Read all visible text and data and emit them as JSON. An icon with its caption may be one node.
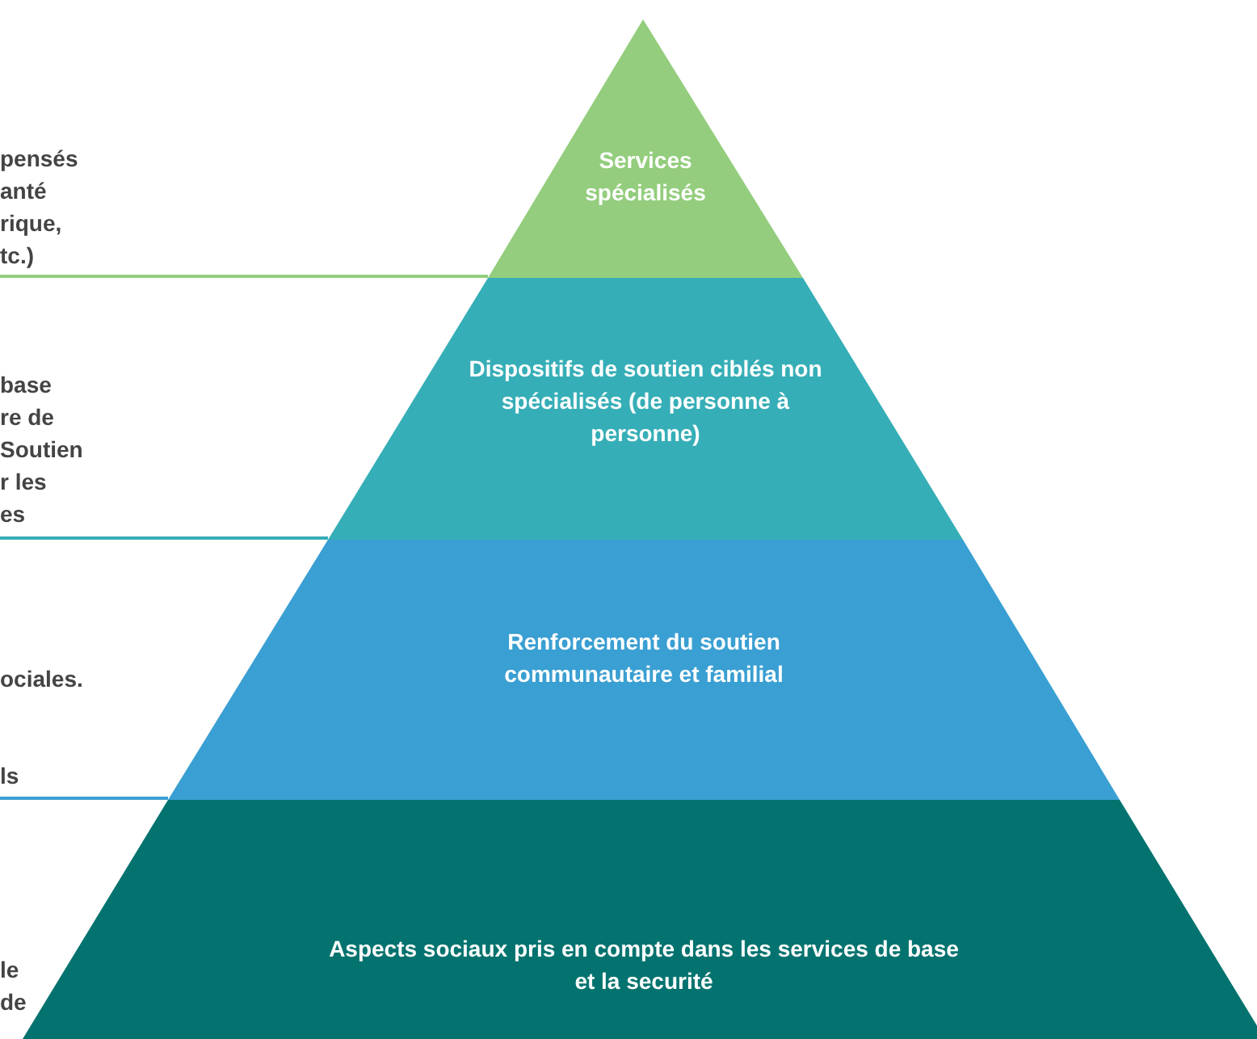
{
  "diagram": {
    "nodes": [
      {
        "text": [
          "Services spécialisés"
        ]
      },
      {
        "text": [
          "Dispositifs de soutien ciblés non spécialisés (de personne à personne)"
        ]
      },
      {
        "text": [
          "Renforcement du soutien communautaire et familial"
        ]
      },
      {
        "text": [
          "Aspects sociaux pris en compte dans les services de base et la securité"
        ]
      },
      {
        "text": [
          "pensés anté rique, tc.)"
        ]
      },
      {
        "text": [
          "base re de Soutien r les es"
        ]
      },
      {
        "text": [
          "ls"
        ]
      }
    ],
    "edges": [
      {
        "from": 4,
        "to": 0,
        "arrow": "none",
        "color": "#93cd7d"
      },
      {
        "from": 5,
        "to": 1,
        "arrow": "none",
        "color": "#36aeb7"
      },
      {
        "from": 6,
        "to": 2,
        "arrow": "none",
        "color": "#3a9fd2"
      }
    ],
    "labels": [
      "ociales.",
      "le de"
    ]
  }
}
